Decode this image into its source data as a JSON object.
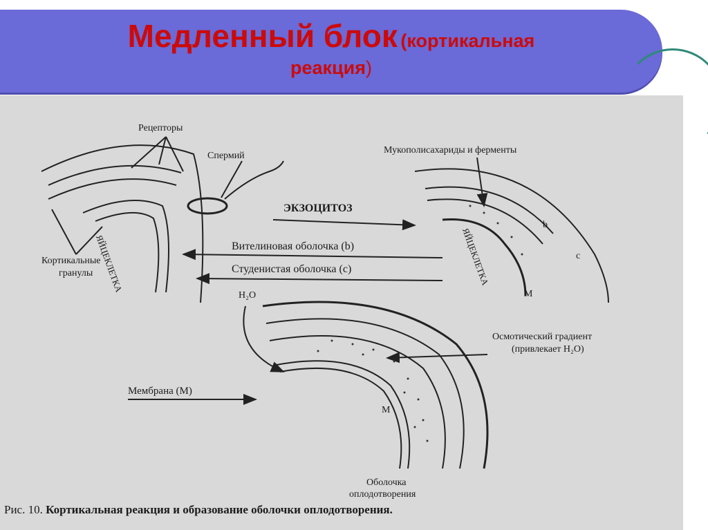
{
  "slide": {
    "title_main": "Медленный блок",
    "title_paren": "(кортикальная",
    "title_line2": "реакция",
    "title_close": ")"
  },
  "figure": {
    "labels": {
      "receptors": "Рецепторы",
      "sperm": "Спермий",
      "egg_left": "ЯЙЦЕКЛЕТКА",
      "cortical_granules_1": "Кортикальные",
      "cortical_granules_2": "гранулы",
      "exocytosis": "ЭКЗОЦИТОЗ",
      "vitelline": "Вителиновая оболочка (b)",
      "jelly": "Студенистая оболочка (с)",
      "mucopoly": "Мукополисахариды и ферменты",
      "egg_right": "ЯЙЦЕКЛЕТКА",
      "letter_b": "b",
      "letter_c": "с",
      "letter_m_top": "М",
      "water": "H₂O",
      "membrane": "Мембрана (М)",
      "letter_m_bottom": "М",
      "osmotic_1": "Осмотический градиент",
      "osmotic_2": "(привлекает H₂O)",
      "fert_env_1": "Оболочка",
      "fert_env_2": "оплодотворения"
    },
    "caption_prefix": "Рис. 10.",
    "caption_text": "Кортикальная реакция и образование оболочки оплодотворения."
  }
}
